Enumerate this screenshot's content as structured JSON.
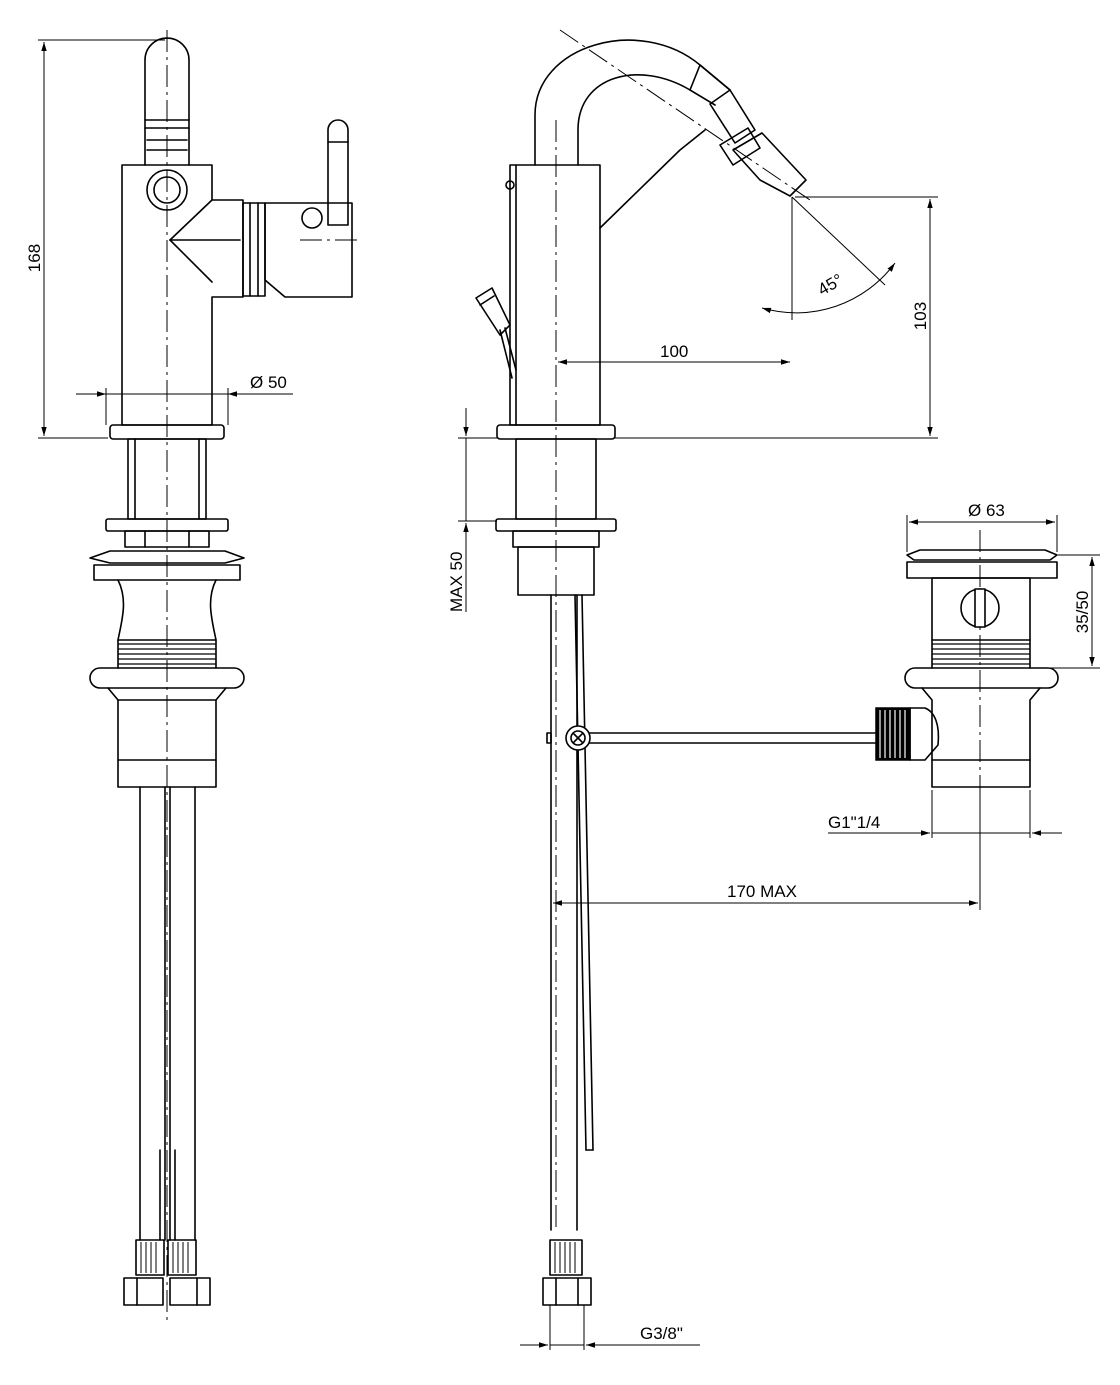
{
  "dimensions": {
    "overall_height": "168",
    "body_diameter": "Ø 50",
    "spout_reach": "100",
    "spray_angle": "45°",
    "spout_height": "103",
    "deck_thickness": "MAX 50",
    "waste_diameter": "Ø 63",
    "waste_height": "35/50",
    "waste_thread": "G1\"1/4",
    "rod_reach": "170 MAX",
    "supply_thread": "G3/8\""
  }
}
